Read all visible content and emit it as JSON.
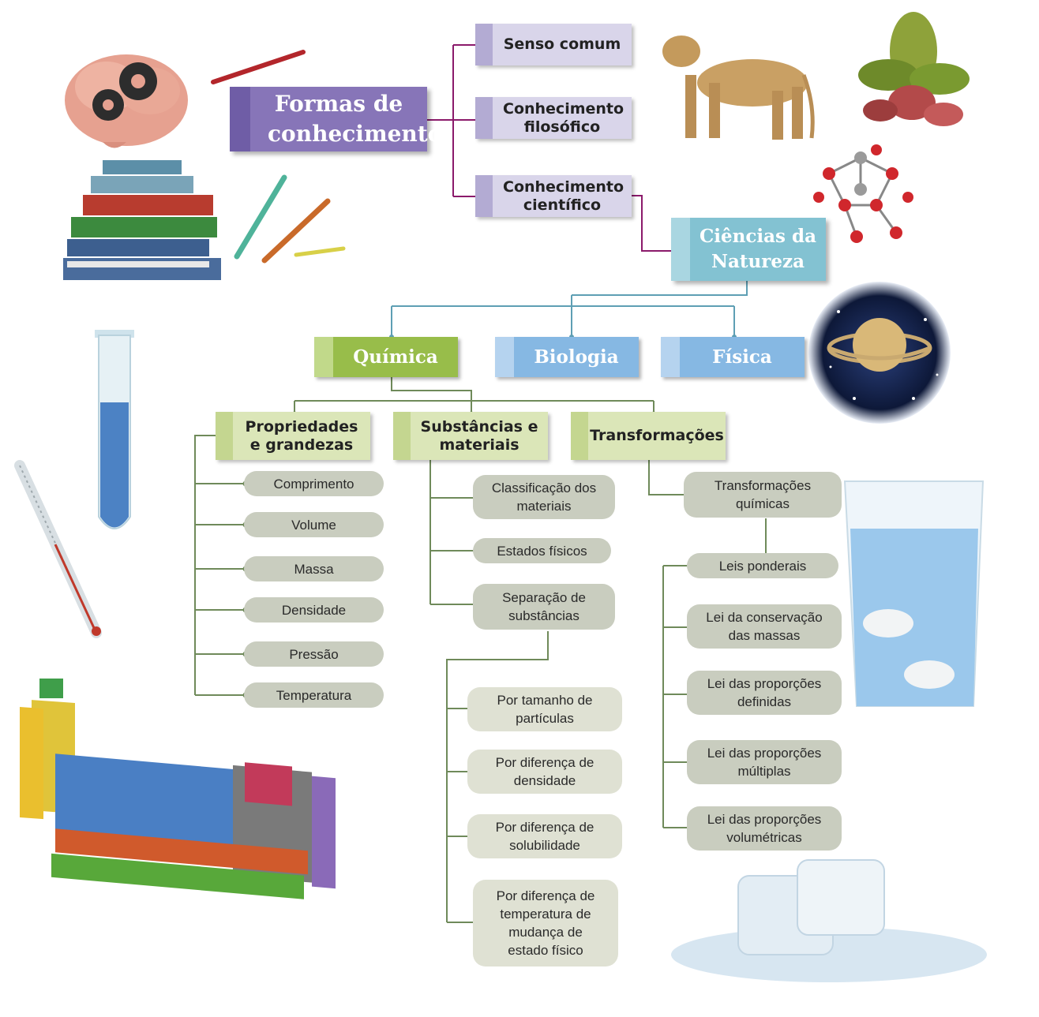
{
  "root": {
    "label": "Formas de conhecimento"
  },
  "forms": [
    {
      "label": "Senso comum"
    },
    {
      "label": "Conhecimento filosófico"
    },
    {
      "label": "Conhecimento científico"
    }
  ],
  "natural_sciences": {
    "label": "Ciências da Natureza"
  },
  "sciences": [
    {
      "label": "Química"
    },
    {
      "label": "Biologia"
    },
    {
      "label": "Física"
    }
  ],
  "chemistry_topics": [
    {
      "label": "Propriedades e grandezas",
      "items": [
        "Comprimento",
        "Volume",
        "Massa",
        "Densidade",
        "Pressão",
        "Temperatura"
      ]
    },
    {
      "label": "Substâncias e materiais",
      "items": [
        "Classificação dos materiais",
        "Estados físicos",
        "Separação de substâncias"
      ],
      "separation_methods": [
        "Por tamanho de partículas",
        "Por diferença de densidade",
        "Por diferença de solubilidade",
        "Por diferença de temperatura de mudança de estado físico"
      ]
    },
    {
      "label": "Transformações",
      "items": [
        "Transformações químicas",
        "Leis ponderais"
      ],
      "laws": [
        "Lei da conservação das massas",
        "Lei das proporções definidas",
        "Lei das proporções múltiplas",
        "Lei das proporções volumétricas"
      ]
    }
  ],
  "colors": {
    "purple": "#8775b8",
    "natural_sciences": "#83c2d2",
    "chemistry": "#98bd4a",
    "biology_physics": "#86b8e3",
    "topic_box": "#dbe6b8",
    "leaf": "#c9cdbf",
    "purple_connector": "#8b1a6b",
    "teal_connector": "#5e9fb4",
    "green_connector": "#6f8a5a"
  },
  "illustrations": [
    "brain-gears-icon",
    "books-pencils-icon",
    "lioness-icon",
    "plant-icon",
    "molecule-icon",
    "saturn-space-icon",
    "test-tube-icon",
    "thermometer-icon",
    "periodic-table-icon",
    "water-glass-icon",
    "ice-cubes-icon"
  ]
}
